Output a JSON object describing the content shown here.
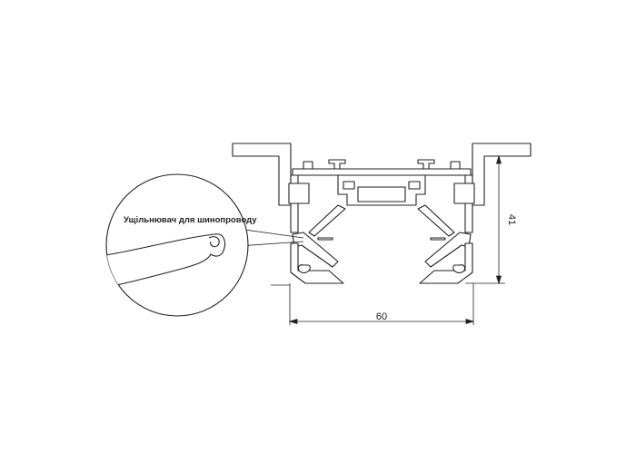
{
  "diagram": {
    "callout_label": "Ущільнювач для шинопроводу",
    "width_dimension": "60",
    "height_dimension": "41"
  },
  "colors": {
    "line": "#222222",
    "fill": "#ffffff",
    "background": "#ffffff"
  }
}
